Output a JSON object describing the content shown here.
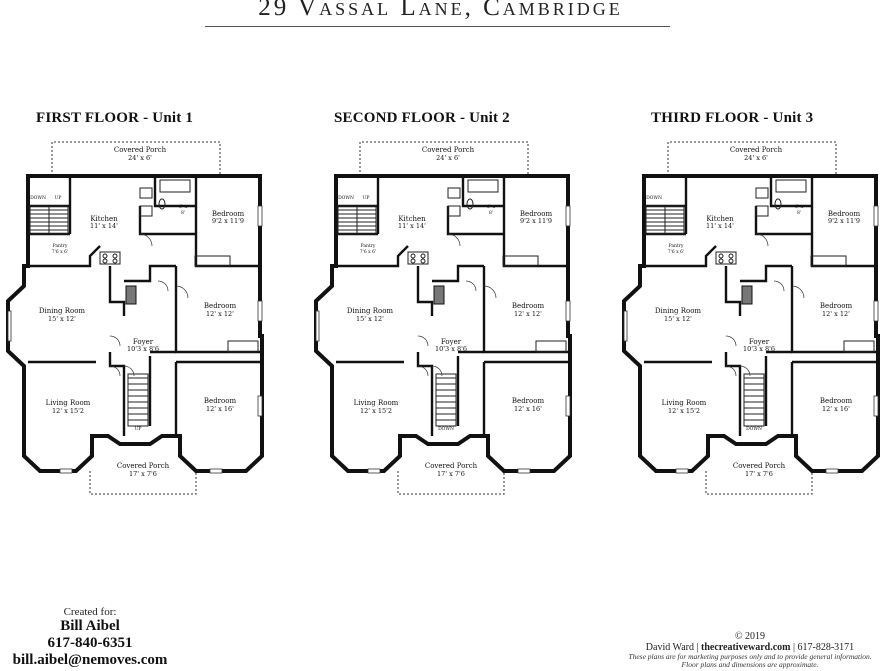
{
  "title": "29 Vassal Lane, Cambridge",
  "floors": [
    {
      "heading": "FIRST FLOOR - Unit 1",
      "rooms": {
        "covered_porch_top": {
          "name": "Covered Porch",
          "dim": "24' x 6'"
        },
        "kitchen": {
          "name": "Kitchen",
          "dim": "11' x 14'"
        },
        "bath": {
          "dim_w": "6' x",
          "dim_h": "8'"
        },
        "bedroom_top": {
          "name": "Bedroom",
          "dim": "9'2 x 11'9"
        },
        "pantry": {
          "name": "Pantry",
          "dim": "7'6 x 6'"
        },
        "dining": {
          "name": "Dining Room",
          "dim": "15' x 12'"
        },
        "bedroom_mid": {
          "name": "Bedroom",
          "dim": "12' x 12'"
        },
        "foyer": {
          "name": "Foyer",
          "dim": "10'3 x 8'6"
        },
        "living": {
          "name": "Living Room",
          "dim": "12' x 15'2"
        },
        "bedroom_bottom": {
          "name": "Bedroom",
          "dim": "12' x 16'"
        },
        "covered_porch_bottom": {
          "name": "Covered Porch",
          "dim": "17' x 7'6"
        }
      },
      "stair_labels": {
        "down": "DOWN",
        "up": "UP",
        "up2": "UP"
      }
    },
    {
      "heading": "SECOND FLOOR - Unit 2",
      "rooms": {
        "covered_porch_top": {
          "name": "Covered Porch",
          "dim": "24' x 6'"
        },
        "kitchen": {
          "name": "Kitchen",
          "dim": "11' x 14'"
        },
        "bath": {
          "dim_w": "6' x",
          "dim_h": "8'"
        },
        "bedroom_top": {
          "name": "Bedroom",
          "dim": "9'2 x 11'9"
        },
        "pantry": {
          "name": "Pantry",
          "dim": "7'6 x 6'"
        },
        "dining": {
          "name": "Dining Room",
          "dim": "15' x 12'"
        },
        "bedroom_mid": {
          "name": "Bedroom",
          "dim": "12' x 12'"
        },
        "foyer": {
          "name": "Foyer",
          "dim": "10'3 x 8'6"
        },
        "living": {
          "name": "Living Room",
          "dim": "12' x 15'2"
        },
        "bedroom_bottom": {
          "name": "Bedroom",
          "dim": "12' x 16'"
        },
        "covered_porch_bottom": {
          "name": "Covered Porch",
          "dim": "17' x 7'6"
        }
      },
      "stair_labels": {
        "down": "DOWN",
        "up": "UP",
        "up2": "DOWN"
      }
    },
    {
      "heading": "THIRD FLOOR - Unit 3",
      "rooms": {
        "covered_porch_top": {
          "name": "Covered Porch",
          "dim": "24' x 6'"
        },
        "kitchen": {
          "name": "Kitchen",
          "dim": "11' x 14'"
        },
        "bath": {
          "dim_w": "6' x",
          "dim_h": "8'"
        },
        "bedroom_top": {
          "name": "Bedroom",
          "dim": "9'2 x 11'9"
        },
        "pantry": {
          "name": "Pantry",
          "dim": "7'6 x 6'"
        },
        "dining": {
          "name": "Dining Room",
          "dim": "15' x 12'"
        },
        "bedroom_mid": {
          "name": "Bedroom",
          "dim": "12' x 12'"
        },
        "foyer": {
          "name": "Foyer",
          "dim": "10'3 x 8'6"
        },
        "living": {
          "name": "Living Room",
          "dim": "12' x 15'2"
        },
        "bedroom_bottom": {
          "name": "Bedroom",
          "dim": "12' x 16'"
        },
        "covered_porch_bottom": {
          "name": "Covered Porch",
          "dim": "17' x 7'6"
        }
      },
      "stair_labels": {
        "down": "DOWN",
        "up": "",
        "up2": "DOWN"
      }
    }
  ],
  "credit_left": {
    "created_for": "Created for:",
    "name": "Bill Aibel",
    "phone": "617-840-6351",
    "email": "bill.aibel@nemoves.com"
  },
  "credit_right": {
    "copyright": "© 2019",
    "author": "David Ward",
    "sep1": " | ",
    "site": "thecreativeward.com",
    "sep2": " | ",
    "phone": "617-828-3171",
    "disclaimer1": "These plans are for marketing purposes only and to provide general information.",
    "disclaimer2": "Floor plans and dimensions are approximate."
  }
}
